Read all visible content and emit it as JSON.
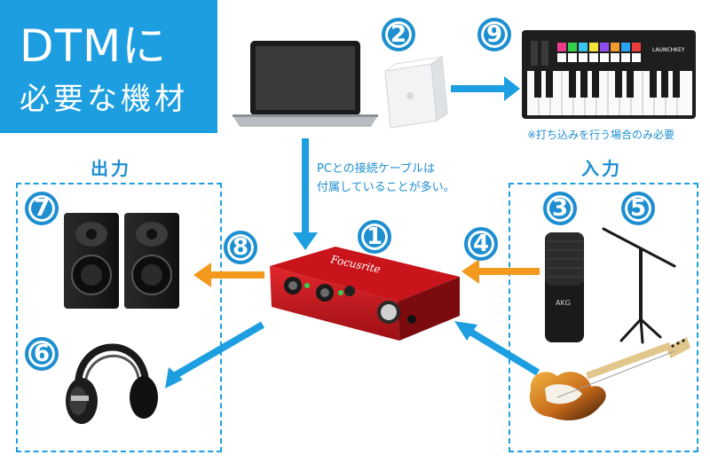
{
  "title": {
    "line1": "DTMに",
    "line2": "必要な機材"
  },
  "labels": {
    "output": "出力",
    "input": "入力",
    "cable_note_1": "PCとの接続ケーブルは",
    "cable_note_2": "付属していることが多い。",
    "keyboard_note": "※打ち込みを行う場合のみ必要"
  },
  "numbers": {
    "n1": "1",
    "n2": "2",
    "n3": "3",
    "n4": "4",
    "n5": "5",
    "n6": "6",
    "n7": "7",
    "n8": "8",
    "n9": "9"
  },
  "device_text": {
    "interface_brand": "Focusrite",
    "mic_brand": "AKG",
    "keyboard_brand": "LAUNCHKEY"
  },
  "colors": {
    "accent_blue": "#1d9ee0",
    "arrow_orange": "#f39a1e",
    "interface_red": "#c8161d"
  },
  "devices": [
    "laptop-pc",
    "software-box",
    "midi-keyboard",
    "audio-interface",
    "condenser-mic",
    "mic-stand",
    "monitor-speakers",
    "headphones",
    "electric-guitar"
  ]
}
